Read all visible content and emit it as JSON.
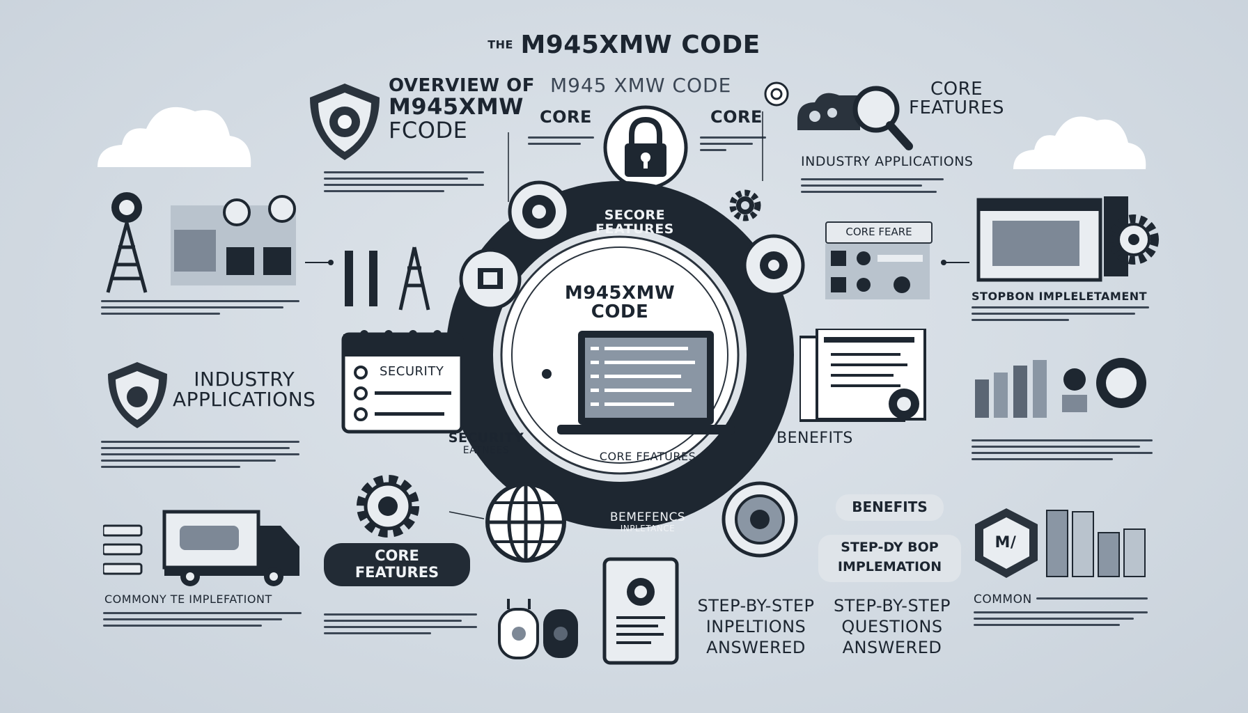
{
  "title": {
    "prefix": "THE",
    "main": "M945XMW CODE"
  },
  "subtitle": "M945 XMW CODE",
  "overview": {
    "line1": "OVERVIEW OF",
    "line2": "M945XMW",
    "line3": "FCODE"
  },
  "core_left": "CORE",
  "core_right": "CORE",
  "core_features_tr": {
    "line1": "CORE",
    "line2": "FEATURES"
  },
  "industry_apps_tr": "INDUSTRY APPLICATIONS",
  "secore_features": {
    "line1": "SECORE",
    "line2": "FEATURES"
  },
  "center": {
    "line1": "M945XMW",
    "line2": "CODE",
    "bottom": "CORE FEATURES"
  },
  "security_calendar": "SECURITY",
  "security_features": {
    "line1": "SECURITY",
    "line2": "EATNEES"
  },
  "benefits_mid": "BENEFITS",
  "core_feare_label": "CORE FEARE",
  "stopbon": "STOPBON IMPLELETAMENT",
  "industry_apps_left": {
    "line1": "INDUSTRY",
    "line2": "APPLICATIONS"
  },
  "common_left": "COMMONY TE IMPLEFATIONT",
  "core_features_pill": {
    "line1": "CORE",
    "line2": "FEATURES"
  },
  "benefencs": {
    "line1": "BEMEFENCS",
    "line2": "INPLETANCE"
  },
  "benefits_pill": "BENEFITS",
  "stepdy_pill": {
    "line1": "STEP-DY BOP",
    "line2": "IMPLEMATION"
  },
  "step_left": {
    "line1": "STEP-BY-STEP",
    "line2": "INPELTIONS",
    "line3": "ANSWERED"
  },
  "step_right": {
    "line1": "STEP-BY-STEP",
    "line2": "QUESTIONS",
    "line3": "ANSWERED"
  },
  "common_right": "COMMON",
  "badge_letters": "M/",
  "colors": {
    "background": "#d3dbe3",
    "dark": "#1e2731",
    "light": "#f4f6f8",
    "accent": "#5b6674"
  },
  "icons": [
    "cloud-icon",
    "shield-icon",
    "lock-icon",
    "magnifier-icon",
    "gear-icon",
    "tower-icon",
    "laptop-icon",
    "calendar-icon",
    "globe-icon",
    "truck-icon",
    "document-icon",
    "tablet-icon",
    "chart-icon"
  ]
}
